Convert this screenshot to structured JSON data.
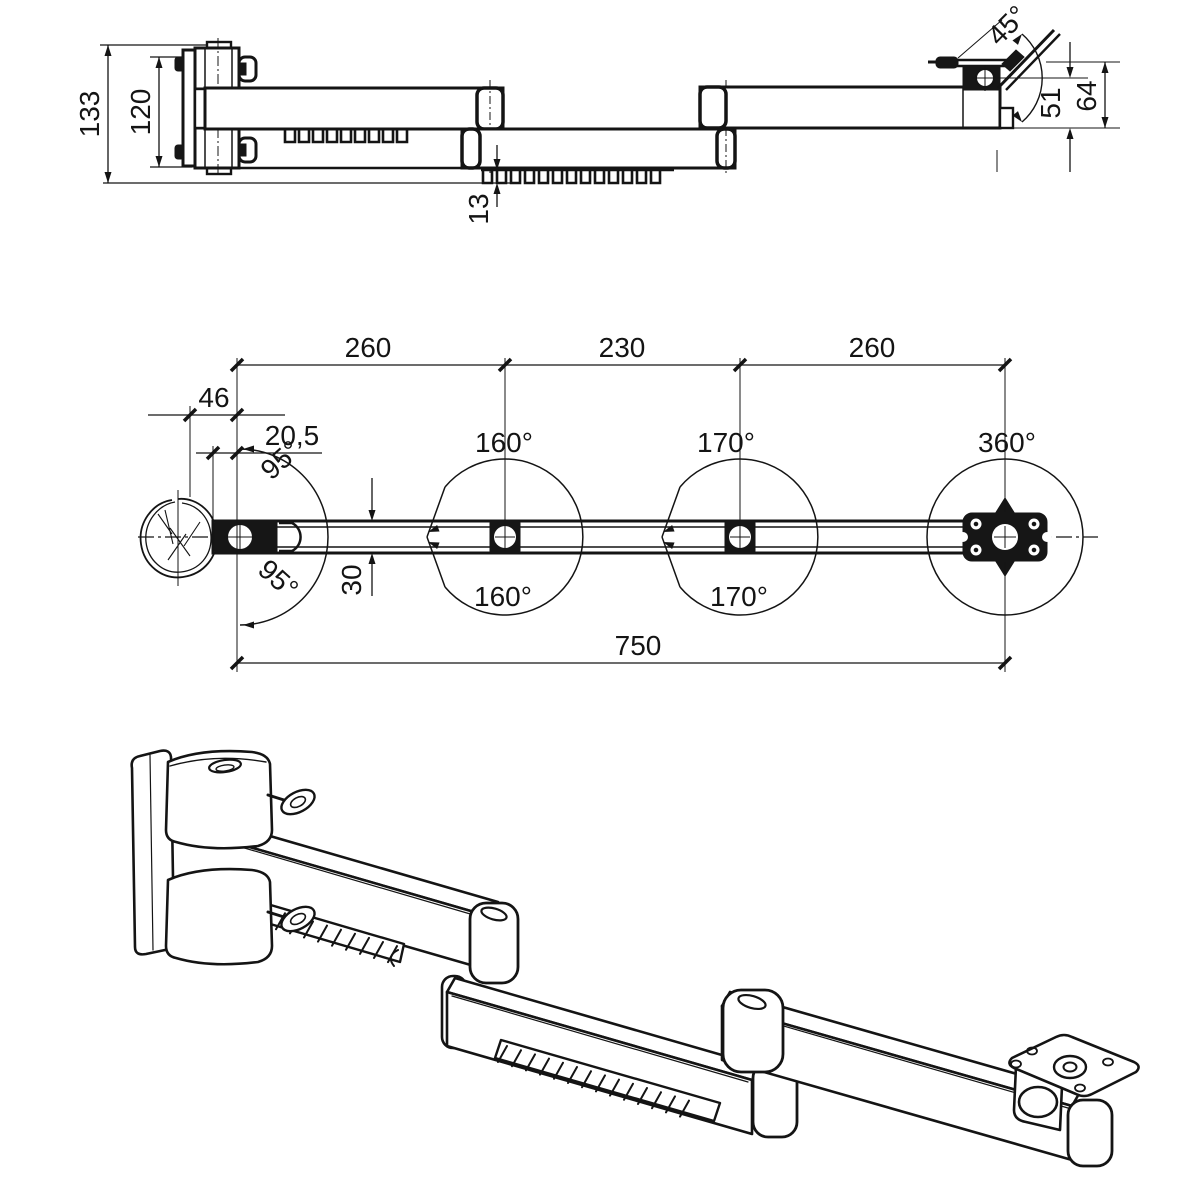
{
  "colors": {
    "line": "#141414",
    "background": "#ffffff",
    "fill": "#ffffff"
  },
  "side_view": {
    "total_height": "133",
    "bracket_height": "120",
    "cable_clip_depth": "13",
    "head_tilt_angle": "45°",
    "pivot_to_bottom": "51",
    "head_depth": "64"
  },
  "plan_view": {
    "segment1_length": "260",
    "segment2_length": "230",
    "segment3_length": "260",
    "wall_offset": "46",
    "pivot_offset": "20,5",
    "base_swivel_up": "95°",
    "base_swivel_down": "95°",
    "joint2_swivel_up": "160°",
    "joint2_swivel_down": "160°",
    "joint3_swivel_up": "170°",
    "joint3_swivel_down": "170°",
    "head_rotation": "360°",
    "arm_width": "30",
    "total_reach": "750"
  }
}
